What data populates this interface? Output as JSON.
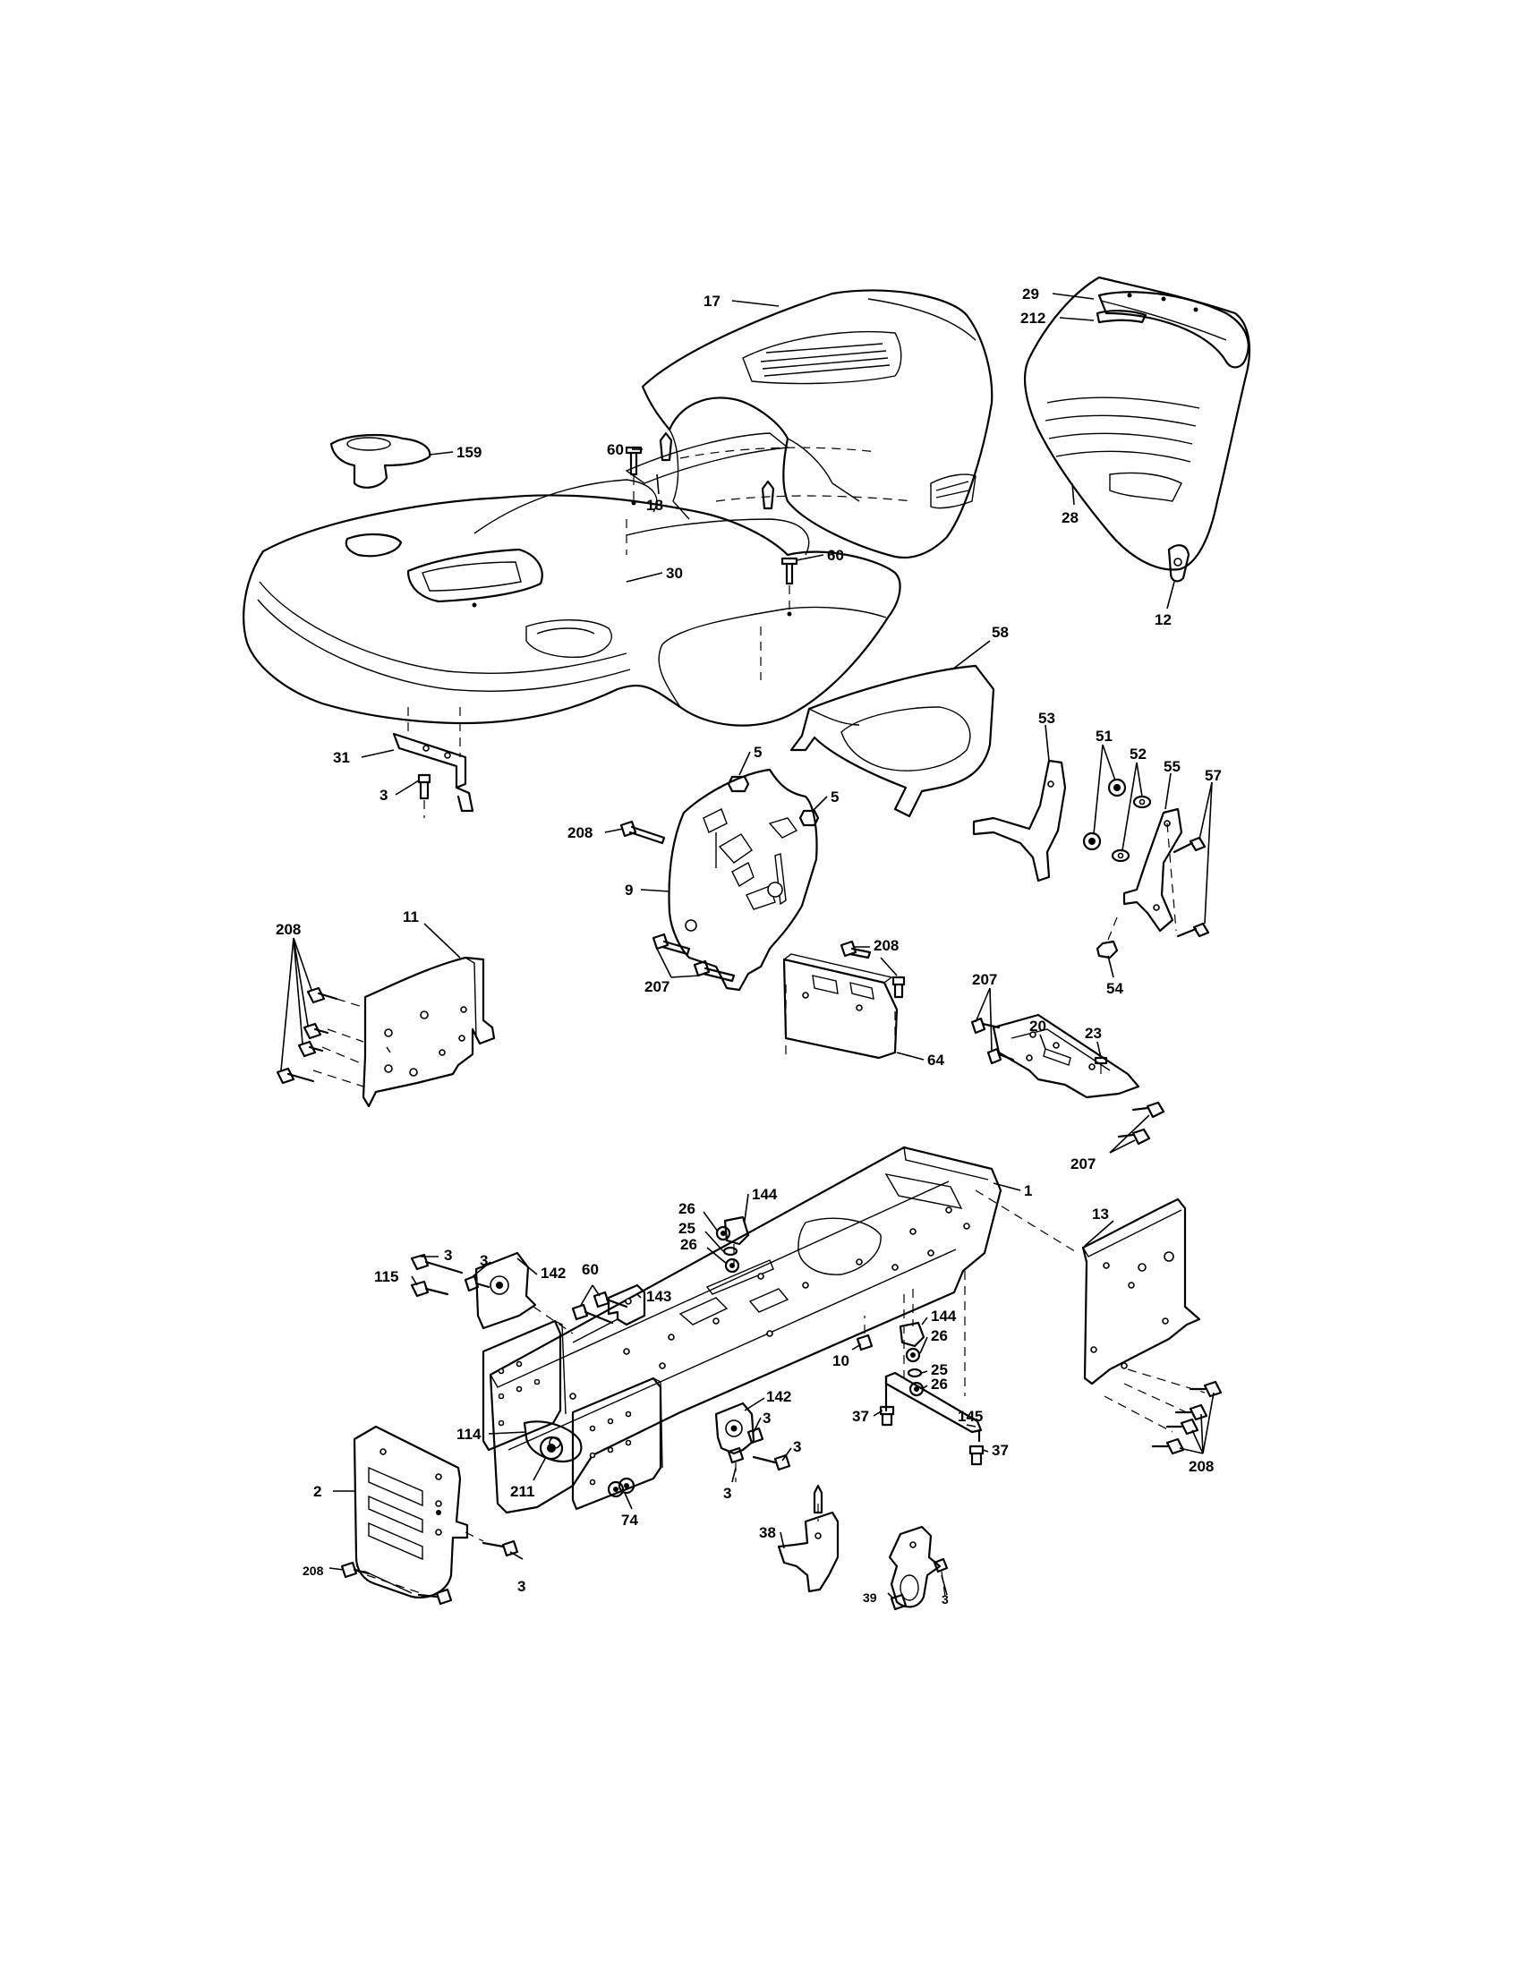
{
  "diagram": {
    "callouts": [
      {
        "id": "c29",
        "label": "29"
      },
      {
        "id": "c212",
        "label": "212"
      },
      {
        "id": "c17",
        "label": "17"
      },
      {
        "id": "c159",
        "label": "159"
      },
      {
        "id": "c60a",
        "label": "60"
      },
      {
        "id": "c18",
        "label": "18"
      },
      {
        "id": "c28",
        "label": "28"
      },
      {
        "id": "c60b",
        "label": "60"
      },
      {
        "id": "c30",
        "label": "30"
      },
      {
        "id": "c12",
        "label": "12"
      },
      {
        "id": "c58",
        "label": "58"
      },
      {
        "id": "c31",
        "label": "31"
      },
      {
        "id": "c3a",
        "label": "3"
      },
      {
        "id": "c5a",
        "label": "5"
      },
      {
        "id": "c5b",
        "label": "5"
      },
      {
        "id": "c53",
        "label": "53"
      },
      {
        "id": "c51",
        "label": "51"
      },
      {
        "id": "c52",
        "label": "52"
      },
      {
        "id": "c55",
        "label": "55"
      },
      {
        "id": "c57",
        "label": "57"
      },
      {
        "id": "c208a",
        "label": "208"
      },
      {
        "id": "c9",
        "label": "9"
      },
      {
        "id": "c11",
        "label": "11"
      },
      {
        "id": "c208b",
        "label": "208"
      },
      {
        "id": "c208c",
        "label": "208"
      },
      {
        "id": "c207a",
        "label": "207"
      },
      {
        "id": "c54",
        "label": "54"
      },
      {
        "id": "c207b",
        "label": "207"
      },
      {
        "id": "c20",
        "label": "20"
      },
      {
        "id": "c23",
        "label": "23"
      },
      {
        "id": "c64",
        "label": "64"
      },
      {
        "id": "c207c",
        "label": "207"
      },
      {
        "id": "c1",
        "label": "1"
      },
      {
        "id": "c144a",
        "label": "144"
      },
      {
        "id": "c26a",
        "label": "26"
      },
      {
        "id": "c13",
        "label": "13"
      },
      {
        "id": "c25a",
        "label": "25"
      },
      {
        "id": "c26b",
        "label": "26"
      },
      {
        "id": "c3b",
        "label": "3"
      },
      {
        "id": "c3c",
        "label": "3"
      },
      {
        "id": "c60c",
        "label": "60"
      },
      {
        "id": "c142a",
        "label": "142"
      },
      {
        "id": "c115",
        "label": "115"
      },
      {
        "id": "c143",
        "label": "143"
      },
      {
        "id": "c144b",
        "label": "144"
      },
      {
        "id": "c26c",
        "label": "26"
      },
      {
        "id": "c10",
        "label": "10"
      },
      {
        "id": "c25b",
        "label": "25"
      },
      {
        "id": "c26d",
        "label": "26"
      },
      {
        "id": "c142b",
        "label": "142"
      },
      {
        "id": "c3d",
        "label": "3"
      },
      {
        "id": "c37a",
        "label": "37"
      },
      {
        "id": "c145",
        "label": "145"
      },
      {
        "id": "c114",
        "label": "114"
      },
      {
        "id": "c3e",
        "label": "3"
      },
      {
        "id": "c37b",
        "label": "37"
      },
      {
        "id": "c211",
        "label": "211"
      },
      {
        "id": "c3f",
        "label": "3"
      },
      {
        "id": "c208d",
        "label": "208"
      },
      {
        "id": "c2",
        "label": "2"
      },
      {
        "id": "c74",
        "label": "74"
      },
      {
        "id": "c38",
        "label": "38"
      },
      {
        "id": "c208e",
        "label": "208"
      },
      {
        "id": "c39",
        "label": "39"
      },
      {
        "id": "c3g",
        "label": "3"
      },
      {
        "id": "c3h",
        "label": "3"
      }
    ]
  }
}
